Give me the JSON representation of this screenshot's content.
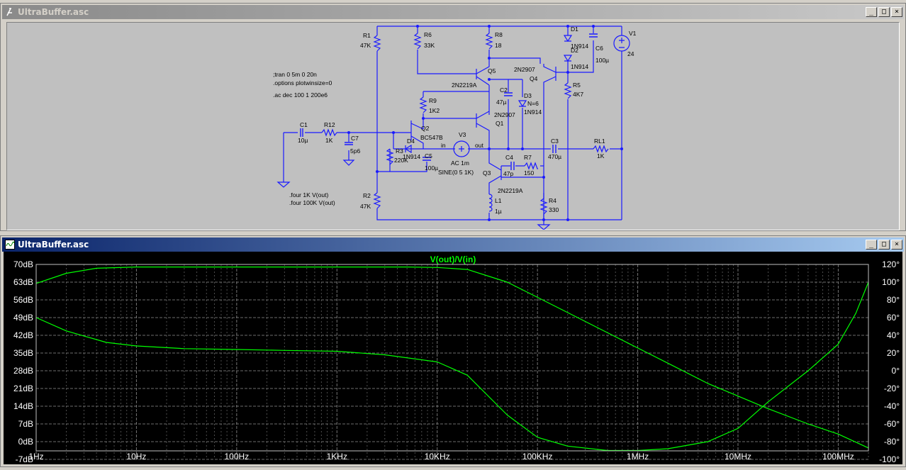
{
  "schematic_window": {
    "title": "UltraBuffer.asc",
    "buttons": {
      "minimize": "_",
      "maximize": "□",
      "close": "×"
    },
    "directives": {
      "tran": ";tran 0 5m 0 20n",
      "options": ".options plotwinsize=0",
      "ac": ".ac dec 100 1 200e6",
      "four1": ".four 1K V(out)",
      "four2": ".four 100K V(out)"
    },
    "components": {
      "R1": "R1",
      "R1v": "47K",
      "R6": "R6",
      "R6v": "33K",
      "R8": "R8",
      "R8v": "18",
      "D1": "D1",
      "D1v": "1N914",
      "D2": "D2",
      "D2v": "1N914",
      "C6": "C6",
      "C6v": "100µ",
      "V1": "V1",
      "V1v": "24",
      "Q5": "Q5",
      "Q5v": "2N2219A",
      "Q4": "Q4",
      "Q4v": "2N2907",
      "R5": "R5",
      "R5v": "4K7",
      "C2": "C2",
      "C2v": "47µ",
      "D3": "D3",
      "D3v1": "N=6",
      "D3v2": "1N914",
      "R9": "R9",
      "R9v": "1K2",
      "Q1": "Q1",
      "Q1v": "2N2907",
      "Q2": "Q2",
      "Q2v": "BC547B",
      "C1": "C1",
      "C1v": "10µ",
      "R12": "R12",
      "R12v": "1K",
      "C7": "C7",
      "C7v": "5p6",
      "V3": "V3",
      "V3v1": "AC 1m",
      "V3v2": "SINE(0 5 1K)",
      "in": "in",
      "out": "out",
      "C3": "C3",
      "C3v": "470µ",
      "RL1": "RL1",
      "RL1v": "1K",
      "D4": "D4",
      "D4v": "1N914",
      "R3": "R3",
      "R3v": "220K",
      "C5": "C5",
      "C5v": "100µ",
      "C4": "C4",
      "C4v": "47p",
      "R7": "R7",
      "R7v": "150",
      "Q3": "Q3",
      "Q3v": "2N2219A",
      "L1": "L1",
      "L1v": "1µ",
      "R2": "R2",
      "R2v": "47K",
      "R4": "R4",
      "R4v": "330"
    }
  },
  "plot_window": {
    "title": "UltraBuffer.asc",
    "buttons": {
      "minimize": "_",
      "maximize": "□",
      "close": "×"
    },
    "trace_label": "V(out)/V(in)",
    "colors": {
      "background": "#000000",
      "trace": "#00ff00",
      "axis_text": "#ffffff",
      "grid": "#808080"
    }
  },
  "chart_data": {
    "type": "line",
    "title": "V(out)/V(in)",
    "xscale": "log",
    "x_ticks": [
      "1Hz",
      "10Hz",
      "100Hz",
      "1KHz",
      "10KHz",
      "100KHz",
      "1MHz",
      "10MHz",
      "100MHz"
    ],
    "xlim": [
      1,
      200000000
    ],
    "y_left_ticks": [
      "70dB",
      "63dB",
      "56dB",
      "49dB",
      "42dB",
      "35dB",
      "28dB",
      "21dB",
      "14dB",
      "7dB",
      "0dB",
      "-7dB"
    ],
    "ylim_left": [
      -7,
      70
    ],
    "y_right_ticks": [
      "120°",
      "100°",
      "80°",
      "60°",
      "40°",
      "20°",
      "0°",
      "-20°",
      "-40°",
      "-60°",
      "-80°",
      "-100°"
    ],
    "ylim_right": [
      -100,
      120
    ],
    "grid": true,
    "series": [
      {
        "axis": "left",
        "points": [
          [
            1,
            62.5
          ],
          [
            2,
            66.5
          ],
          [
            4,
            68.5
          ],
          [
            10,
            69
          ],
          [
            100,
            69
          ],
          [
            1000,
            69
          ],
          [
            5000,
            69
          ],
          [
            10000,
            68.8
          ],
          [
            20000,
            68
          ],
          [
            50000,
            63
          ],
          [
            100000,
            57
          ],
          [
            200000,
            51
          ],
          [
            500000,
            43
          ],
          [
            1000000,
            37
          ],
          [
            2000000,
            31
          ],
          [
            5000000,
            23
          ],
          [
            10000000,
            18
          ],
          [
            20000000,
            13
          ],
          [
            50000000,
            7
          ],
          [
            100000000,
            3
          ],
          [
            200000000,
            -2.5
          ]
        ]
      },
      {
        "axis": "right",
        "points": [
          [
            1,
            60
          ],
          [
            2,
            45
          ],
          [
            5,
            32
          ],
          [
            10,
            28
          ],
          [
            30,
            25
          ],
          [
            100,
            24
          ],
          [
            300,
            23
          ],
          [
            1000,
            22
          ],
          [
            3000,
            18
          ],
          [
            10000,
            10
          ],
          [
            20000,
            -5
          ],
          [
            50000,
            -50
          ],
          [
            100000,
            -75
          ],
          [
            200000,
            -85
          ],
          [
            500000,
            -90
          ],
          [
            1000000,
            -90
          ],
          [
            2000000,
            -88
          ],
          [
            5000000,
            -80
          ],
          [
            10000000,
            -65
          ],
          [
            20000000,
            -35
          ],
          [
            50000000,
            0
          ],
          [
            100000000,
            30
          ],
          [
            150000000,
            65
          ],
          [
            200000000,
            100
          ]
        ]
      }
    ]
  }
}
